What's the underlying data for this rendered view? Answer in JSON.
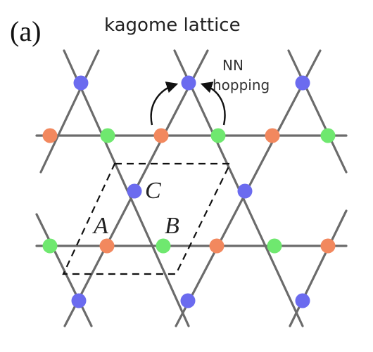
{
  "figure": {
    "panel_label": "(a)",
    "title": "kagome lattice",
    "annotation": {
      "line1": "NN",
      "line2": "hopping"
    },
    "sublattices": [
      {
        "name": "A",
        "color": "#f2885e"
      },
      {
        "name": "B",
        "color": "#6fe86f"
      },
      {
        "name": "C",
        "color": "#6b6bef"
      }
    ],
    "colors": {
      "bond": "#6b6b6b",
      "unit_cell": "#111111",
      "arrow": "#111111"
    }
  }
}
